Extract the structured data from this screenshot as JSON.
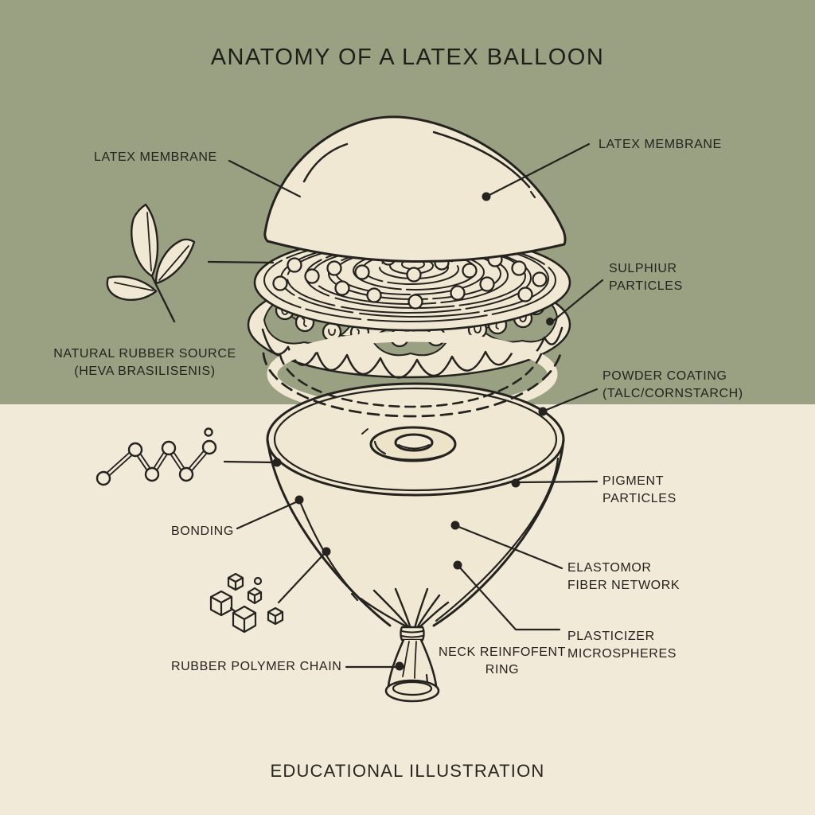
{
  "title": "ANATOMY OF A LATEX BALLOON",
  "footer": "EDUCATIONAL ILLUSTRATION",
  "palette": {
    "olive_background": "#9aa183",
    "cream_background": "#f2ead8",
    "cream_fill": "#f1e8d3",
    "ink": "#24231f"
  },
  "labels": {
    "latex_membrane_left": {
      "text": "LATEX MEMBRANE"
    },
    "latex_membrane_right": {
      "text": "LATEX MEMBRANE"
    },
    "sulphur_particles": {
      "lines": [
        "SULPHIUR",
        "PARTICLES"
      ]
    },
    "natural_rubber_source": {
      "lines": [
        "NATURAL RUBBER SOURCE",
        "(HEVA BRASILISENIS)"
      ]
    },
    "powder_coating": {
      "lines": [
        "POWDER COATING",
        "(TALC/CORNSTARCH)"
      ]
    },
    "pigment_particles": {
      "lines": [
        "PIGMENT",
        "PARTICLES"
      ]
    },
    "bonding": {
      "text": "BONDING"
    },
    "elastomer_fiber_network": {
      "lines": [
        "ELASTOMOR",
        "FIBER NETWORK"
      ]
    },
    "plasticizer_microspheres": {
      "lines": [
        "PLASTICIZER",
        "MICROSPHERES"
      ]
    },
    "neck_reinforcement_ring": {
      "lines": [
        "NECK REINFOFENT",
        "RING"
      ]
    },
    "rubber_polymer_chain": {
      "text": "RUBBER POLYMER CHAIN"
    }
  },
  "icons": {
    "leaf_sprig": "leaf-icon",
    "polymer_zigzag": "polymer-chain-icon",
    "microsphere_cubes": "cubes-icon",
    "balloon_dome": "latex-membrane-dome",
    "spiral_disc": "sulphur-particle-layer",
    "scallop_band": "vulcanized-layer",
    "powder_ring": "powder-coating-ring",
    "balloon_body": "balloon-body",
    "valve_ring": "neck-ring-torus",
    "neck": "tied-neck-nozzle"
  }
}
